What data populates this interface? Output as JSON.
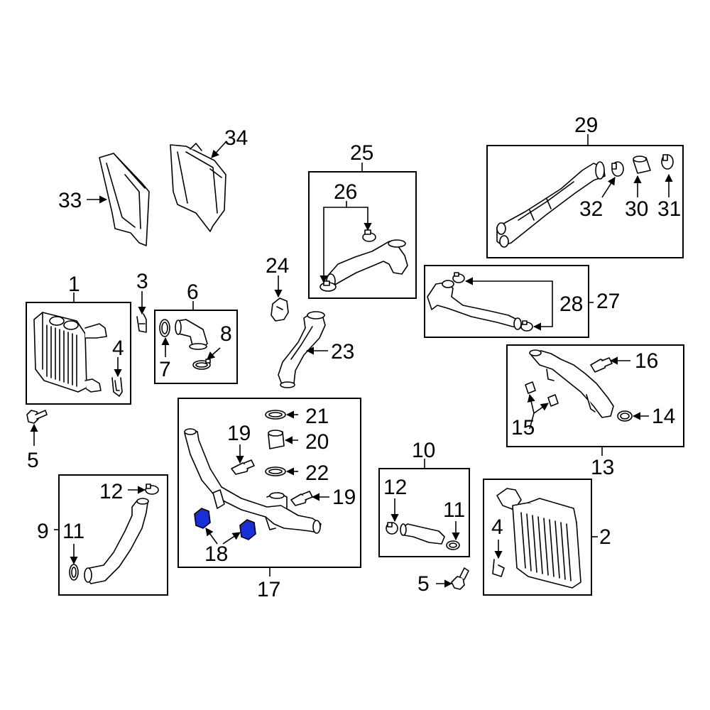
{
  "highlight_color": "#1a2fd6",
  "callouts": {
    "c1": "1",
    "c2": "2",
    "c3": "3",
    "c4a": "4",
    "c4b": "4",
    "c5a": "5",
    "c5b": "5",
    "c6": "6",
    "c7": "7",
    "c8": "8",
    "c9": "9",
    "c10": "10",
    "c11a": "11",
    "c11b": "11",
    "c12a": "12",
    "c12b": "12",
    "c13": "13",
    "c14": "14",
    "c15": "15",
    "c16": "16",
    "c17": "17",
    "c18": "18",
    "c19a": "19",
    "c19b": "19",
    "c20": "20",
    "c21": "21",
    "c22": "22",
    "c23": "23",
    "c24": "24",
    "c25": "25",
    "c26": "26",
    "c27": "27",
    "c28": "28",
    "c29": "29",
    "c30": "30",
    "c31": "31",
    "c32": "32",
    "c33": "33",
    "c34": "34"
  }
}
